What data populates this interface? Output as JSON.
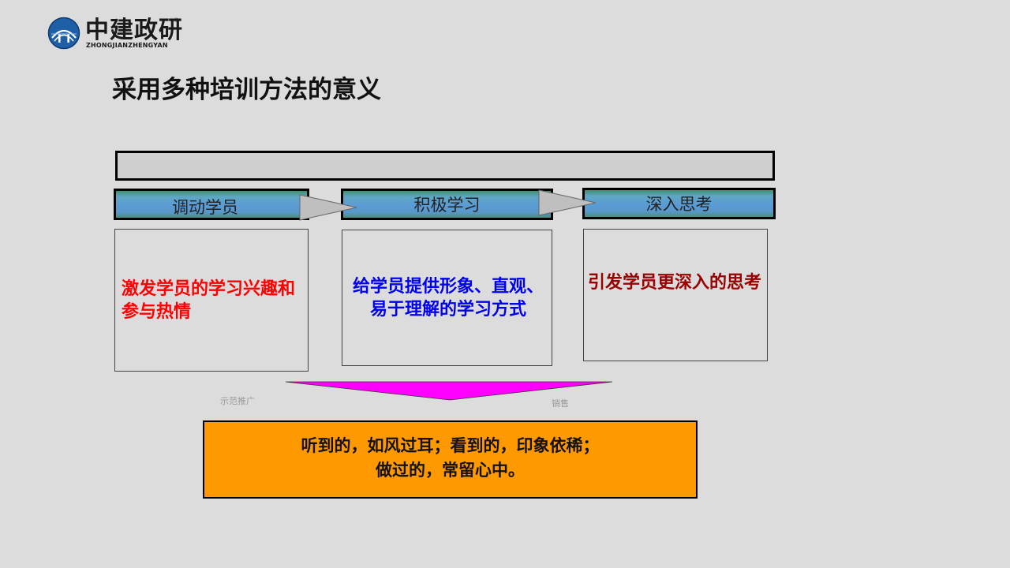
{
  "brand": {
    "name": "中建政研",
    "subtitle": "ZHONGJIANZHENGYAN",
    "registered": "®",
    "colors": {
      "logo": "#1f5fa6"
    }
  },
  "slide": {
    "title": "采用多种培训方法的意义"
  },
  "steps": [
    {
      "label": "调动学员",
      "description": "激发学员的学习兴趣和参与热情",
      "text_color": "#ff0000"
    },
    {
      "label": "积极学习",
      "description": "给学员提供形象、直观、易于理解的学习方式",
      "text_color": "#0000ee"
    },
    {
      "label": "深入思考",
      "description": "引发学员更深入的思考",
      "text_color": "#990000"
    }
  ],
  "notes": {
    "left": "示范推广",
    "right": "销售"
  },
  "quote": {
    "line1": "听到的，如风过耳；看到的，印象依稀；",
    "line2": "做过的，常留心中。"
  },
  "colors": {
    "background": "#dcdcdc",
    "header_blue": "#5b9bd5",
    "funnel": "#ff00ff",
    "quote_bg": "#ff9900",
    "arrow": "#bfbfbf"
  }
}
